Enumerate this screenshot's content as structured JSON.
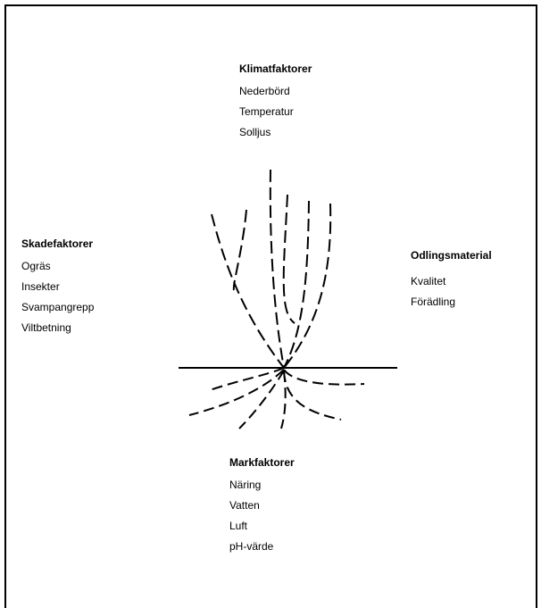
{
  "klimat": {
    "heading": "Klimatfaktorer",
    "items": [
      "Nederbörd",
      "Temperatur",
      "Solljus"
    ]
  },
  "skade": {
    "heading": "Skadefaktorer",
    "items": [
      "Ogräs",
      "Insekter",
      "Svampangrepp",
      "Viltbetning"
    ]
  },
  "odling": {
    "heading": "Odlingsmaterial",
    "items": [
      "Kvalitet",
      "Förädling"
    ]
  },
  "mark": {
    "heading": "Markfaktorer",
    "items": [
      "Näring",
      "Vatten",
      "Luft",
      "pH-värde"
    ]
  }
}
